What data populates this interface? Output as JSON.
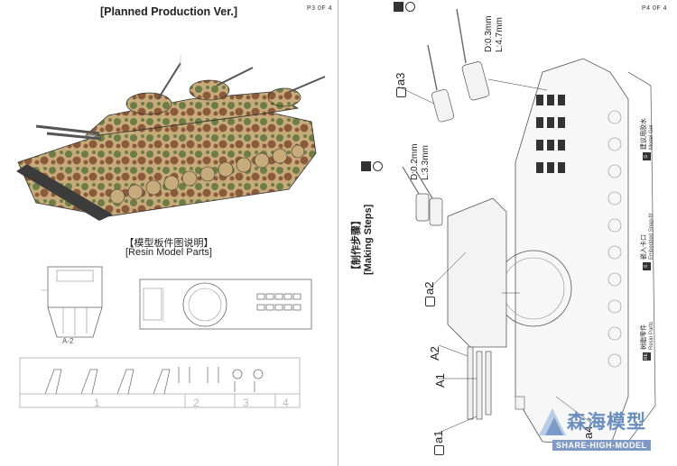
{
  "left_page": {
    "title": "[Planned Production Ver.]",
    "page_number": "P3 0F 4",
    "section_cn": "【模型板件图说明】",
    "section_en": "[Resin Model Parts]",
    "part_label_a2": "A-2",
    "sprue_numbers": [
      "1",
      "2",
      "3",
      "4"
    ]
  },
  "right_page": {
    "page_number": "P4 0F 4",
    "making_steps_cn": "【制作步骤】",
    "making_steps_en": "[Making Steps]",
    "dim1_d": "D:0.3mm",
    "dim1_l": "L:4.7mm",
    "dim2_d": "D:0.2mm",
    "dim2_l": "L:3.3mm",
    "part_labels": {
      "a3": "a3",
      "a2": "a2",
      "a1": "a1",
      "a4": "a4",
      "A1": "A1",
      "A2": "A2"
    },
    "legend": [
      {
        "cn": "建议用胶水",
        "en": "Model Gel",
        "box": "G"
      },
      {
        "cn": "嵌入卡口",
        "en": "Embedded Snap-fit",
        "box": "S"
      },
      {
        "cn": "树脂零件",
        "en": "Resin Parts",
        "box": "RE"
      }
    ]
  },
  "watermark": {
    "cn": "森海模型",
    "en": "SHARE-HIGH-MODEL"
  },
  "colors": {
    "camo_brown": "#8a5a3a",
    "camo_green": "#6e7d45",
    "camo_sand": "#c8ab7a",
    "line": "#555555",
    "watermark_blue": "#6a8fbf"
  }
}
